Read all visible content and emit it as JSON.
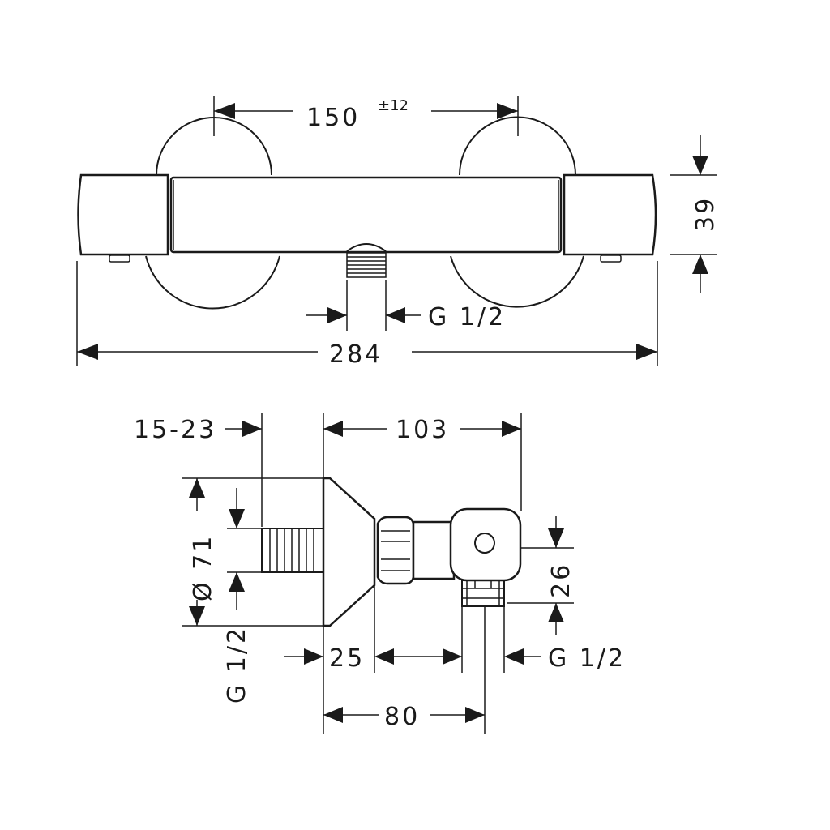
{
  "front_view": {
    "dim_center_distance": "150",
    "dim_center_tolerance": "±12",
    "dim_height": "39",
    "dim_outlet_thread": "G 1/2",
    "dim_total_length": "284"
  },
  "side_view": {
    "dim_adjust_range": "15-23",
    "dim_depth": "103",
    "dim_diameter": "Ø 71",
    "dim_inlet_thread": "G 1/2",
    "dim_offset": "25",
    "dim_outlet_thread": "G 1/2",
    "dim_outlet_offset": "80",
    "dim_outlet_height": "26"
  }
}
